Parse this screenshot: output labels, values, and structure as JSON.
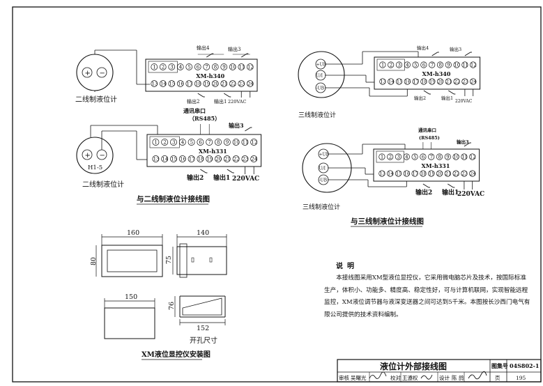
{
  "diagrams": {
    "two_wire_top": {
      "device": "XM-h340",
      "sensor_label": "二线制液位计",
      "plus": "+",
      "minus": "−",
      "output4": "输出4",
      "output3": "输出3",
      "output2": "输出2",
      "output1": "输出1",
      "power": "220VAC",
      "top_terminals": [
        "1",
        "2",
        "3",
        "4",
        "5",
        "6",
        "7",
        "8",
        "9",
        "10",
        "11",
        "12"
      ],
      "bottom_terminals": [
        "13",
        "14",
        "15",
        "16",
        "17",
        "18",
        "19",
        "20",
        "21",
        "22",
        "23",
        "24"
      ]
    },
    "two_wire_bottom": {
      "device": "XM-h331",
      "sensor_label": "二线制液位计",
      "sensor_model": "H1-5",
      "comm_label": "通讯串口",
      "comm_protocol": "（RS485）",
      "output3": "输出3",
      "output2": "输出2",
      "output1": "输出1",
      "power": "220VAC",
      "top_terminals": [
        "1",
        "2",
        "3",
        "4",
        "5",
        "6",
        "7",
        "8",
        "9",
        "10",
        "11",
        "12"
      ],
      "bottom_terminals": [
        "13",
        "14",
        "15",
        "16",
        "17",
        "18",
        "19",
        "20",
        "21",
        "22",
        "23",
        "24"
      ]
    },
    "two_wire_caption": "与二线制液位计接线图",
    "three_wire_top": {
      "device": "XM-h340",
      "sensor_label": "三线制液位计",
      "ub_plus": "+UB",
      "ui": "U/I",
      "ub_minus": "-UB",
      "output4": "输出4",
      "output3": "输出3",
      "output2": "输出2",
      "output1": "输出1",
      "power": "220VAC",
      "top_terminals": [
        "1",
        "2",
        "3",
        "4",
        "5",
        "6",
        "7",
        "8",
        "9",
        "10",
        "11",
        "12"
      ],
      "bottom_terminals": [
        "13",
        "14",
        "15",
        "16",
        "17",
        "18",
        "19",
        "20",
        "21",
        "22",
        "23",
        "24"
      ]
    },
    "three_wire_bottom": {
      "device": "XM-h331",
      "sensor_label": "三线制液位计",
      "ub_plus": "+UB",
      "ui": "U/I",
      "ub_minus": "-UB",
      "comm_label": "通讯串口",
      "comm_protocol": "(RS485)",
      "output3": "输出3",
      "output2": "输出2",
      "output1": "输出1",
      "power": "220VAC",
      "top_terminals": [
        "1",
        "2",
        "3",
        "4",
        "5",
        "6",
        "7",
        "8",
        "9",
        "10",
        "11",
        "12"
      ],
      "bottom_terminals": [
        "13",
        "14",
        "15",
        "16",
        "17",
        "18",
        "19",
        "20",
        "21",
        "22",
        "23",
        "24"
      ]
    },
    "three_wire_caption": "与三线制液位计接线图",
    "install": {
      "front_width": "160",
      "front_height": "80",
      "side_width": "140",
      "side_height": "75",
      "cutout_width": "150",
      "cutout_height": "76",
      "depth": "152",
      "cutout_label": "开孔尺寸",
      "caption": "XM液位显控仪安装图"
    }
  },
  "notes": {
    "title": "说明",
    "body": "本接线图采用XM型液位显控仪，它采用微电脑芯片及技术，按国际标准生产，体积小、功能多、精度高、稳定性好，可与计算机联网，实现智能远程监控，XM液位调节器与液深变送器之间可达到5千米。本图按长沙西门电气有限公司提供的技术资料编制。"
  },
  "title_block": {
    "drawing_title": "液位计外部接线图",
    "atlas_label": "图集号",
    "atlas_no": "04S802-1",
    "reviewer_label": "审核",
    "reviewer": "吴曙光",
    "checker_label": "校对",
    "checker": "王遵权",
    "designer_label": "设计",
    "designer": "陈 鸽",
    "page_label": "页",
    "page_no": "195"
  }
}
